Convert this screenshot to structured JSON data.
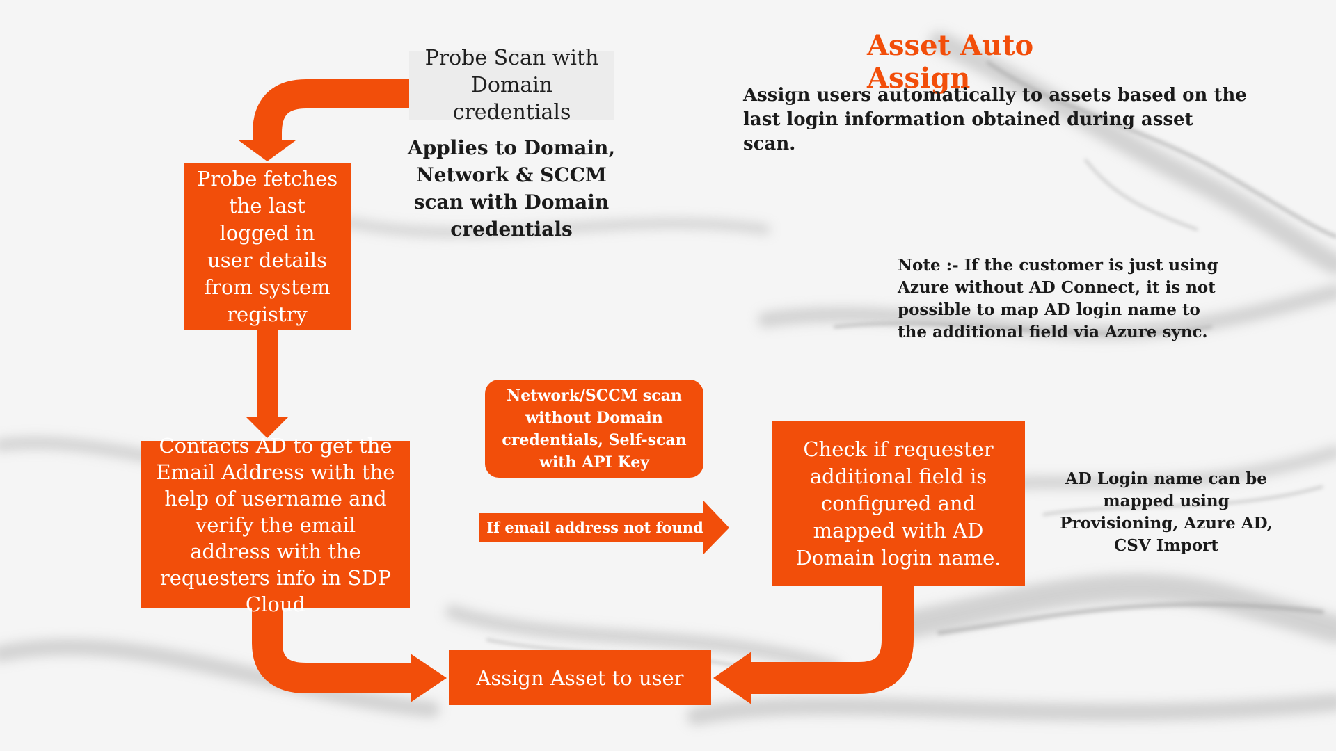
{
  "title": "Asset Auto Assign",
  "description": "Assign users automatically to assets based on the last login information obtained during asset scan.",
  "note": "Note :- If the customer is just using Azure without AD Connect, it is not possible to map AD login name to the additional field via Azure sync.",
  "applies_to": "Applies to Domain, Network & SCCM scan with Domain credentials",
  "ad_mapping_note": "AD Login name can be mapped using Provisioning, Azure AD, CSV Import",
  "nodes": {
    "probe_scan": "Probe Scan with Domain credentials",
    "probe_fetch": "Probe fetches the last logged in user details from system registry",
    "contacts_ad": "Contacts AD to get the Email Address with the help of username and verify the email address with the requesters info in SDP Cloud",
    "network_sccm": "Network/SCCM scan without Domain credentials, Self-scan with API Key",
    "check_requester": "Check if requester additional field is configured and mapped with AD Domain login name.",
    "assign_asset": "Assign Asset to user"
  },
  "edge_labels": {
    "email_not_found": "If email address not found"
  },
  "colors": {
    "accent": "#F24E0A",
    "grey_box": "#ececec"
  }
}
